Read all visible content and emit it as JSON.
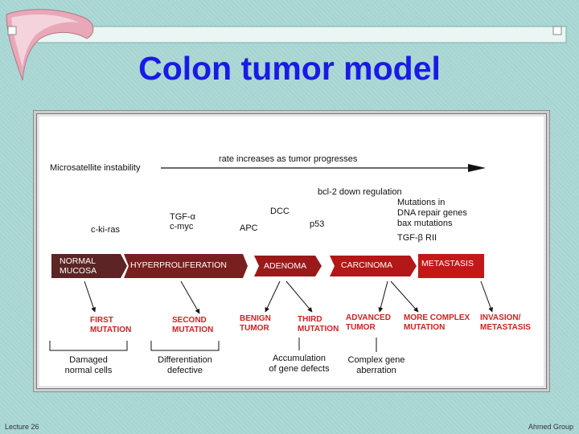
{
  "slide": {
    "title": "Colon tumor model",
    "footer_left": "Lecture 26",
    "footer_right": "Ahmed Group"
  },
  "diagram": {
    "microsatellite": "Microsatellite instability",
    "rate_note": "rate increases as tumor progresses",
    "genes": {
      "c_ki_ras": "c-ki-ras",
      "tgf_alpha": "TGF-α",
      "c_myc": "c-myc",
      "apc": "APC",
      "dcc": "DCC",
      "p53": "p53",
      "bcl2": "bcl-2 down regulation",
      "mutations_in": "Mutations in",
      "dna_repair": "DNA repair genes",
      "bax": "bax mutations",
      "tgfb": "TGF-β RII"
    },
    "stages": {
      "normal_1": "NORMAL",
      "normal_2": "MUCOSA",
      "hyper": "HYPERPROLIFERATION",
      "adenoma": "ADENOMA",
      "carcinoma": "CARCINOMA",
      "metastasis": "METASTASIS"
    },
    "mutations": {
      "first_1": "FIRST",
      "first_2": "MUTATION",
      "second_1": "SECOND",
      "second_2": "MUTATION",
      "benign_1": "BENIGN",
      "benign_2": "TUMOR",
      "third_1": "THIRD",
      "third_2": "MUTATION",
      "advanced_1": "ADVANCED",
      "advanced_2": "TUMOR",
      "more_1": "MORE COMPLEX",
      "more_2": "MUTATION",
      "invasion_1": "INVASION/",
      "invasion_2": "METASTASIS"
    },
    "outcomes": {
      "damaged_1": "Damaged",
      "damaged_2": "normal cells",
      "diff_1": "Differentiation",
      "diff_2": "defective",
      "accum_1": "Accumulation",
      "accum_2": "of gene defects",
      "complex_1": "Complex gene",
      "complex_2": "aberration"
    },
    "colors": {
      "stage_dark": "#5c2424",
      "stage_mid": "#8b1c1c",
      "stage_bright": "#c41818",
      "mutation_text": "#d42020"
    }
  }
}
